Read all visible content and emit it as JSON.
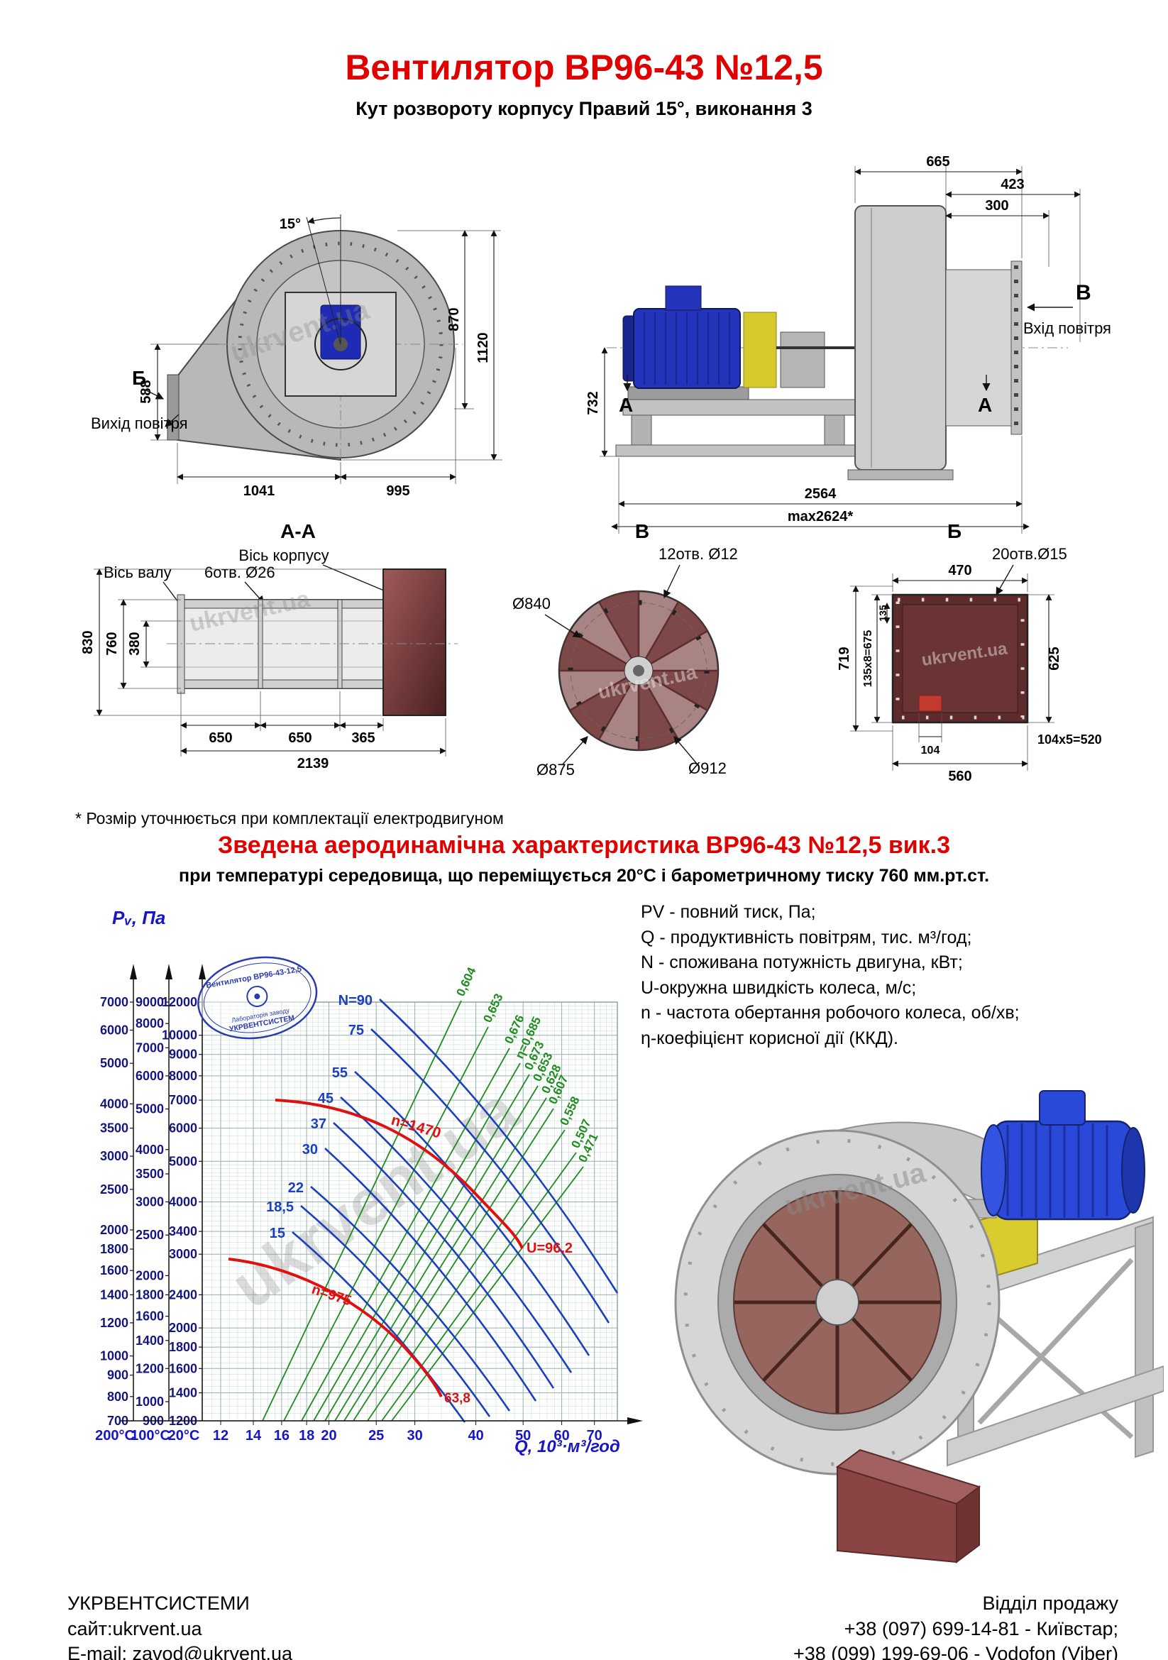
{
  "page": {
    "title": "Вентилятор ВР96-43 №12,5",
    "subtitle": "Кут розвороту корпусу Правий 15°, виконання 3"
  },
  "watermark": "ukrvent.ua",
  "colors": {
    "accent_red": "#e10000",
    "chart_blue": "#1a3fbf",
    "chart_green": "#1e8c1e",
    "curve_red": "#e01010",
    "navy_tick_text": "#15157e",
    "flange_dark_red": "#5d2b2b",
    "casing_gray": "#b8b8b8",
    "motor_blue": "#2334bb",
    "coupling_yellow": "#d5c92c"
  },
  "views": {
    "scroll": {
      "angle": "15°",
      "dim_870": "870",
      "dim_1120": "1120",
      "dim_588": "588",
      "dim_1041": "1041",
      "dim_995": "995",
      "marker": "Б",
      "outlet": "Вихід повітря"
    },
    "side": {
      "dim_665": "665",
      "dim_423": "423",
      "dim_300": "300",
      "dim_732": "732",
      "dim_2564": "2564",
      "dim_max": "max2624*",
      "marker_v": "В",
      "marker_a_left": "А",
      "marker_a_right": "А",
      "inlet": "Вхід повітря"
    },
    "section_aa": {
      "title": "А-А",
      "label_axis_housing": "Вісь корпусу",
      "label_axis_shaft": "Вісь валу",
      "label_holes": "6отв. Ø26",
      "dim_830": "830",
      "dim_760": "760",
      "dim_380": "380",
      "dim_650a": "650",
      "dim_650b": "650",
      "dim_365": "365",
      "dim_2139": "2139"
    },
    "section_v": {
      "title": "В",
      "label_holes": "12отв. Ø12",
      "dim_840": "Ø840",
      "dim_875": "Ø875",
      "dim_912": "Ø912"
    },
    "section_b": {
      "title": "Б",
      "label_holes": "20отв.Ø15",
      "dim_470": "470",
      "dim_719": "719",
      "dim_135x8": "135х8=675",
      "dim_135": "135",
      "dim_625": "625",
      "dim_104": "104",
      "dim_560": "560",
      "dim_104x5": "104х5=520"
    },
    "footnote": "* Розмір уточнюється при комплектації електродвигуном"
  },
  "aero": {
    "heading": "Зведена аеродинамічна характеристика ВР96-43 №12,5 вик.3",
    "subheading": "при температурі середовища, що переміщується 20°С і барометричному тиску 760 мм.рт.ст.",
    "legend_lines": [
      "PV - повний тиск, Па;",
      "Q - продуктивність повітрям, тис. м³/год;",
      "N - споживана потужність двигуна, кВт;",
      "U-окружна швидкість колеса, м/с;",
      "n - частота обертання робочого колеса, об/хв;",
      "η-коефіцієнт корисної дії (ККД)."
    ]
  },
  "chart_data": {
    "type": "line",
    "title": "Зведена аеродинамічна характеристика ВР96-43 №12,5 вик.3",
    "ylabel": "Pᵥ, Па",
    "xlabel": "Q, 10³·м³/год",
    "x_scale": "log",
    "y_scale": "log",
    "grid": true,
    "x_ticks": [
      12,
      14,
      16,
      18,
      20,
      25,
      30,
      40,
      50,
      60,
      70
    ],
    "x_range": [
      11,
      78
    ],
    "pressure_scales": [
      {
        "label": "200°C",
        "ticks": [
          700,
          800,
          900,
          1000,
          1200,
          1400,
          1600,
          1800,
          2000,
          2500,
          3000,
          3500,
          4000,
          5000,
          6000,
          7000
        ]
      },
      {
        "label": "100°C",
        "ticks": [
          900,
          1000,
          1200,
          1400,
          1600,
          1800,
          2000,
          2500,
          3000,
          3500,
          4000,
          5000,
          6000,
          7000,
          8000,
          9000
        ]
      },
      {
        "label": "20°C",
        "ticks": [
          1200,
          1400,
          1600,
          1800,
          2000,
          2400,
          3000,
          3400,
          4000,
          5000,
          6000,
          7000,
          8000,
          9000,
          10000,
          12000
        ]
      }
    ],
    "power_curves_kw": [
      "N=90",
      "75",
      "55",
      "45",
      "37",
      "30",
      "22",
      "18,5",
      "15"
    ],
    "efficiency_labels": [
      "0,604",
      "0,653",
      "0,676",
      "η=0,685",
      "0,673",
      "0,653",
      "0,628",
      "0,607",
      "0,558",
      "0,507",
      "0,471"
    ],
    "speed_curves": [
      {
        "label": "n=1470",
        "end_label": "U=96,2"
      },
      {
        "label": "n=975",
        "end_label": "63,8"
      }
    ],
    "stamp": {
      "line1": "Вентилятор ВР96-43-12,5",
      "line2": "Лабораторія заводу",
      "line3": "УКРВЕНТСИСТЕМ"
    }
  },
  "footer": {
    "company": "УКРВЕНТСИСТЕМИ",
    "site": "сайт:ukrvent.ua",
    "email": "E-mail: zavod@ukrvent.ua",
    "sales_dept": "Відділ продажу",
    "phone_1": "+38 (097) 699-14-81 - Київстар;",
    "phone_2": "+38 (099) 199-69-06 - Vodofon (Viber)"
  }
}
